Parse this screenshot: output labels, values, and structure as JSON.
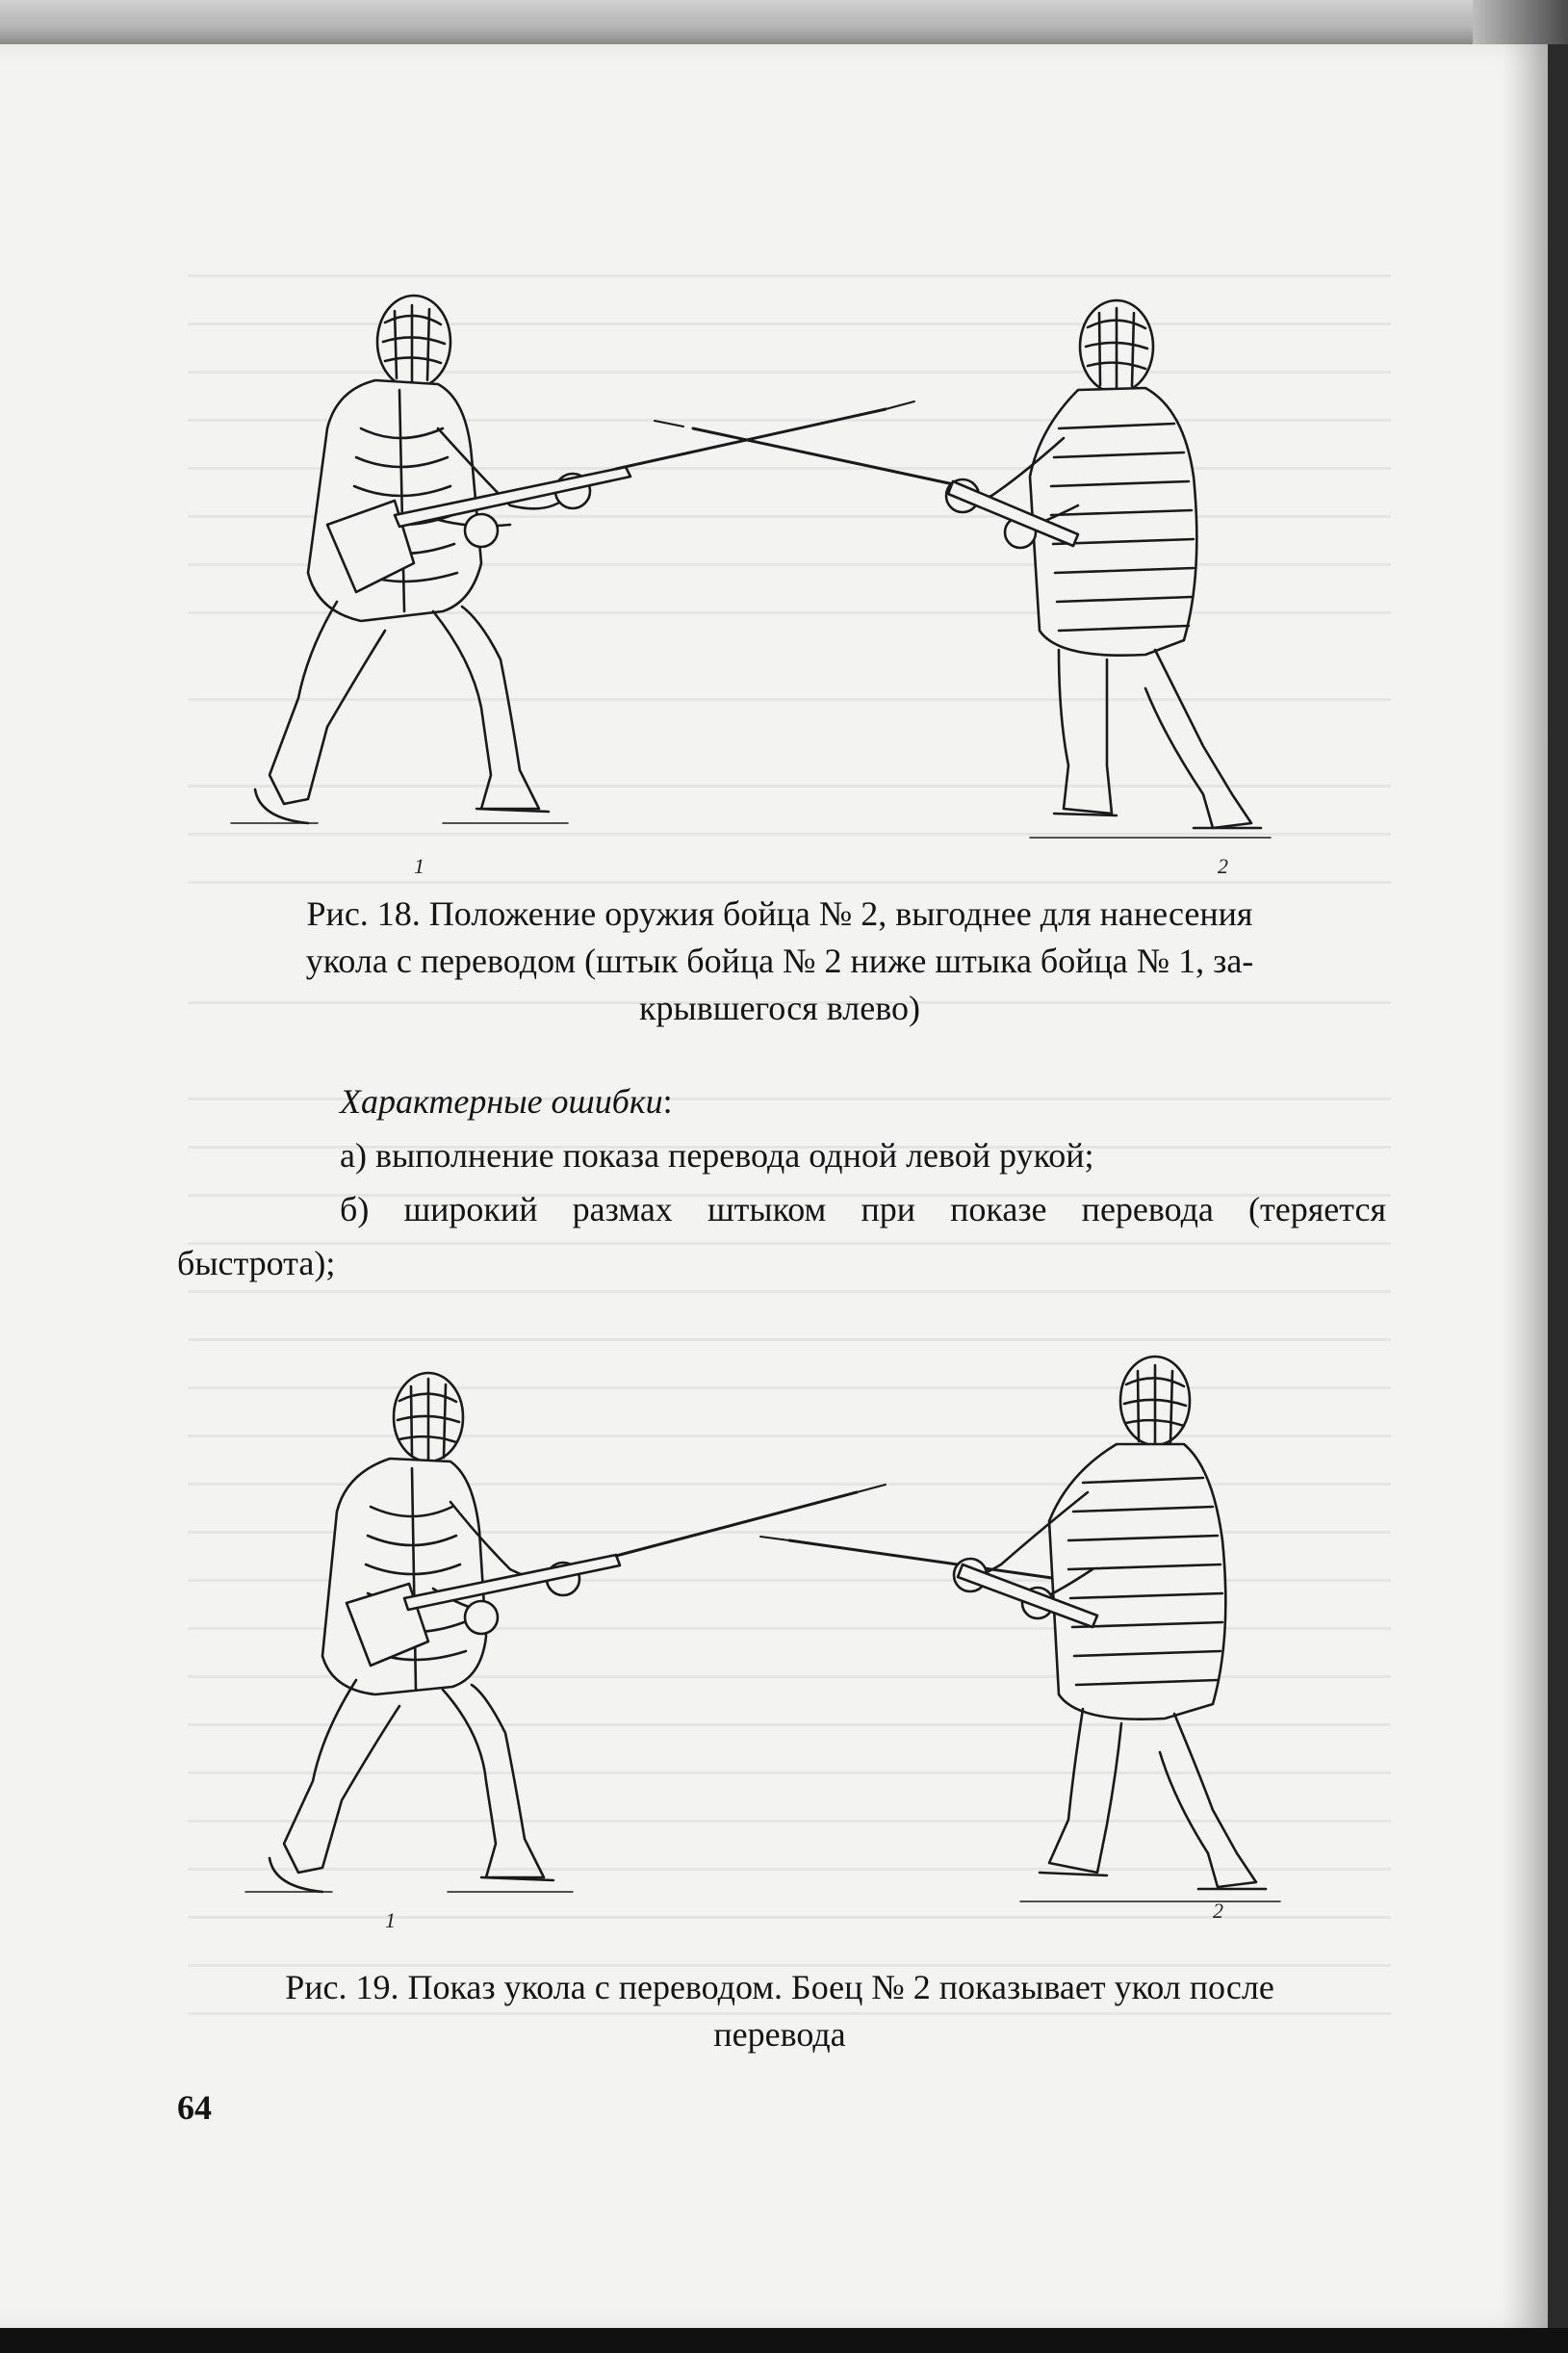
{
  "figures": [
    {
      "caption_lines": [
        "Рис. 18. Положение оружия бойца № 2, выгоднее для нанесения",
        "укола с переводом (штык бойца № 2 ниже штыка бойца № 1, за-",
        "крывшегося влево)"
      ],
      "fighter_labels": [
        "1",
        "2"
      ]
    },
    {
      "caption_lines": [
        "Рис. 19. Показ укола с переводом. Боец № 2 показывает укол после",
        "перевода"
      ],
      "fighter_labels": [
        "1",
        "2"
      ]
    }
  ],
  "errors": {
    "heading": "Характерные ошибки",
    "heading_suffix": ":",
    "item_a": "а) выполнение показа перевода одной левой рукой;",
    "item_b_line1": "б) широкий размах штыком при показе перевода (теряется",
    "item_b_line2": "быстрота);"
  },
  "page_number": "64"
}
